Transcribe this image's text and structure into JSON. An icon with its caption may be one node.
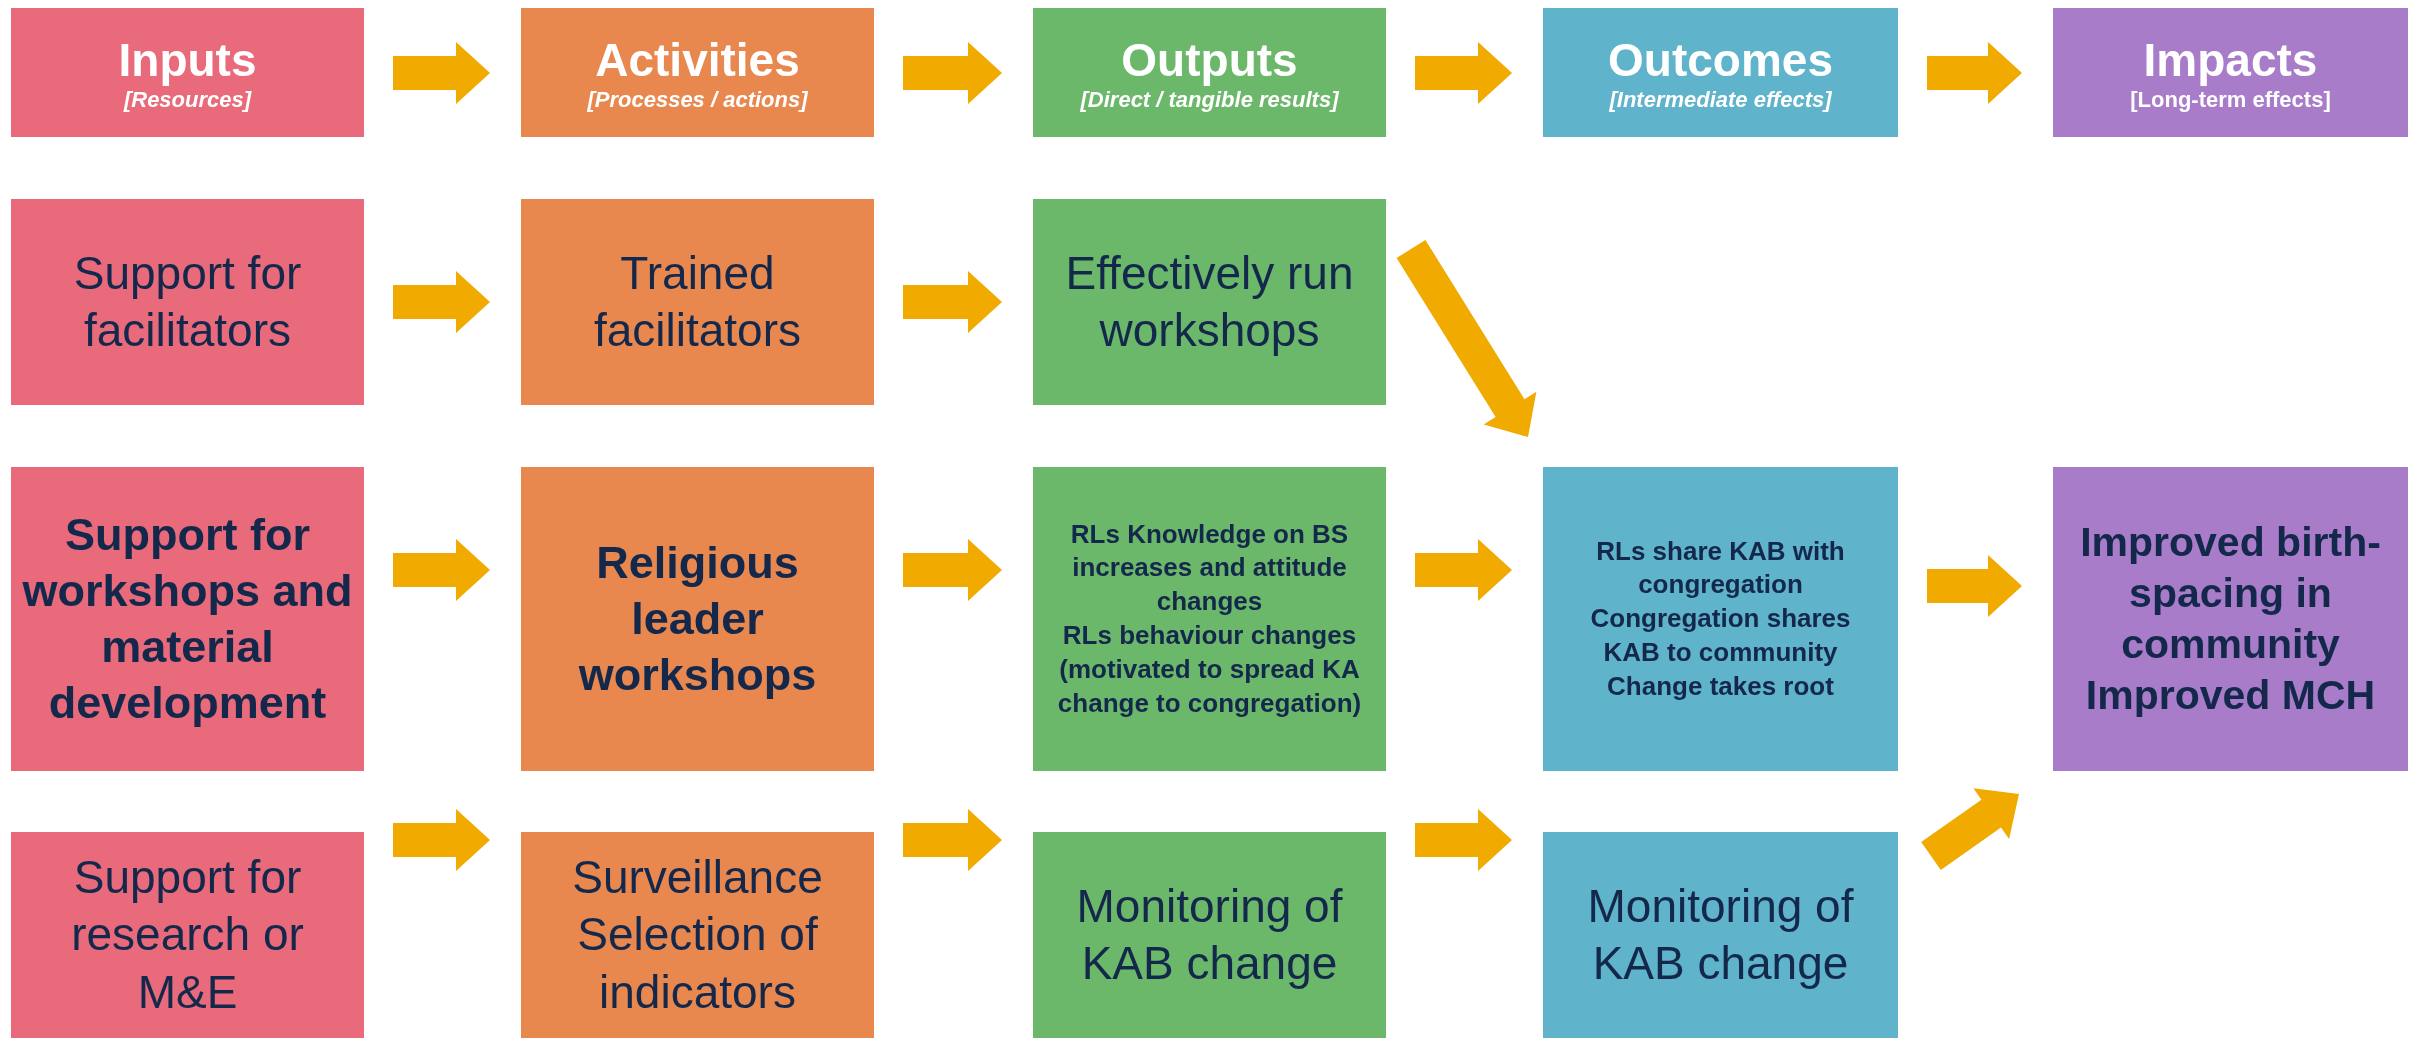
{
  "diagram": {
    "nodes": [
      {
        "text": [
          "Inputs",
          "[Resources]"
        ]
      },
      {
        "text": [
          "Activities",
          "[Processes / actions]"
        ]
      },
      {
        "text": [
          "Outputs",
          "[Direct / tangible results]"
        ]
      },
      {
        "text": [
          "Outcomes",
          "[Intermediate effects]"
        ]
      },
      {
        "text": [
          "Impacts",
          "[Long-term effects]"
        ]
      },
      {
        "text": [
          "Support for facilitators"
        ]
      },
      {
        "text": [
          "Trained facilitators"
        ]
      },
      {
        "text": [
          "Effectively run workshops"
        ]
      },
      {
        "text": [
          "Support for workshops and material development"
        ]
      },
      {
        "text": [
          "Religious leader workshops"
        ]
      },
      {
        "text": [
          "RLs Knowledge on BS increases and attitude changes",
          "RLs behaviour changes (motivated to spread KA change to congregation)"
        ]
      },
      {
        "text": [
          "RLs share KAB with congregation",
          "Congregation shares KAB to community",
          "Change takes root"
        ]
      },
      {
        "text": [
          "Improved birth-spacing in community",
          "Improved MCH"
        ]
      },
      {
        "text": [
          "Support for research or M&E"
        ]
      },
      {
        "text": [
          "Surveillance",
          "Selection of indicators"
        ]
      },
      {
        "text": [
          "Monitoring of KAB change"
        ]
      },
      {
        "text": [
          "Monitoring of KAB change"
        ]
      }
    ],
    "edges": [
      {
        "from": 0,
        "to": 1,
        "arrow": "to"
      },
      {
        "from": 1,
        "to": 2,
        "arrow": "to"
      },
      {
        "from": 2,
        "to": 3,
        "arrow": "to"
      },
      {
        "from": 3,
        "to": 4,
        "arrow": "to"
      },
      {
        "from": 5,
        "to": 6,
        "arrow": "to"
      },
      {
        "from": 6,
        "to": 7,
        "arrow": "to"
      },
      {
        "from": 7,
        "to": 11,
        "arrow": "to"
      },
      {
        "from": 8,
        "to": 9,
        "arrow": "to"
      },
      {
        "from": 9,
        "to": 10,
        "arrow": "to"
      },
      {
        "from": 10,
        "to": 11,
        "arrow": "to"
      },
      {
        "from": 11,
        "to": 12,
        "arrow": "to"
      },
      {
        "from": 13,
        "to": 14,
        "arrow": "to"
      },
      {
        "from": 14,
        "to": 15,
        "arrow": "to"
      },
      {
        "from": 15,
        "to": 16,
        "arrow": "to"
      },
      {
        "from": 16,
        "to": 12,
        "arrow": "to"
      }
    ]
  }
}
